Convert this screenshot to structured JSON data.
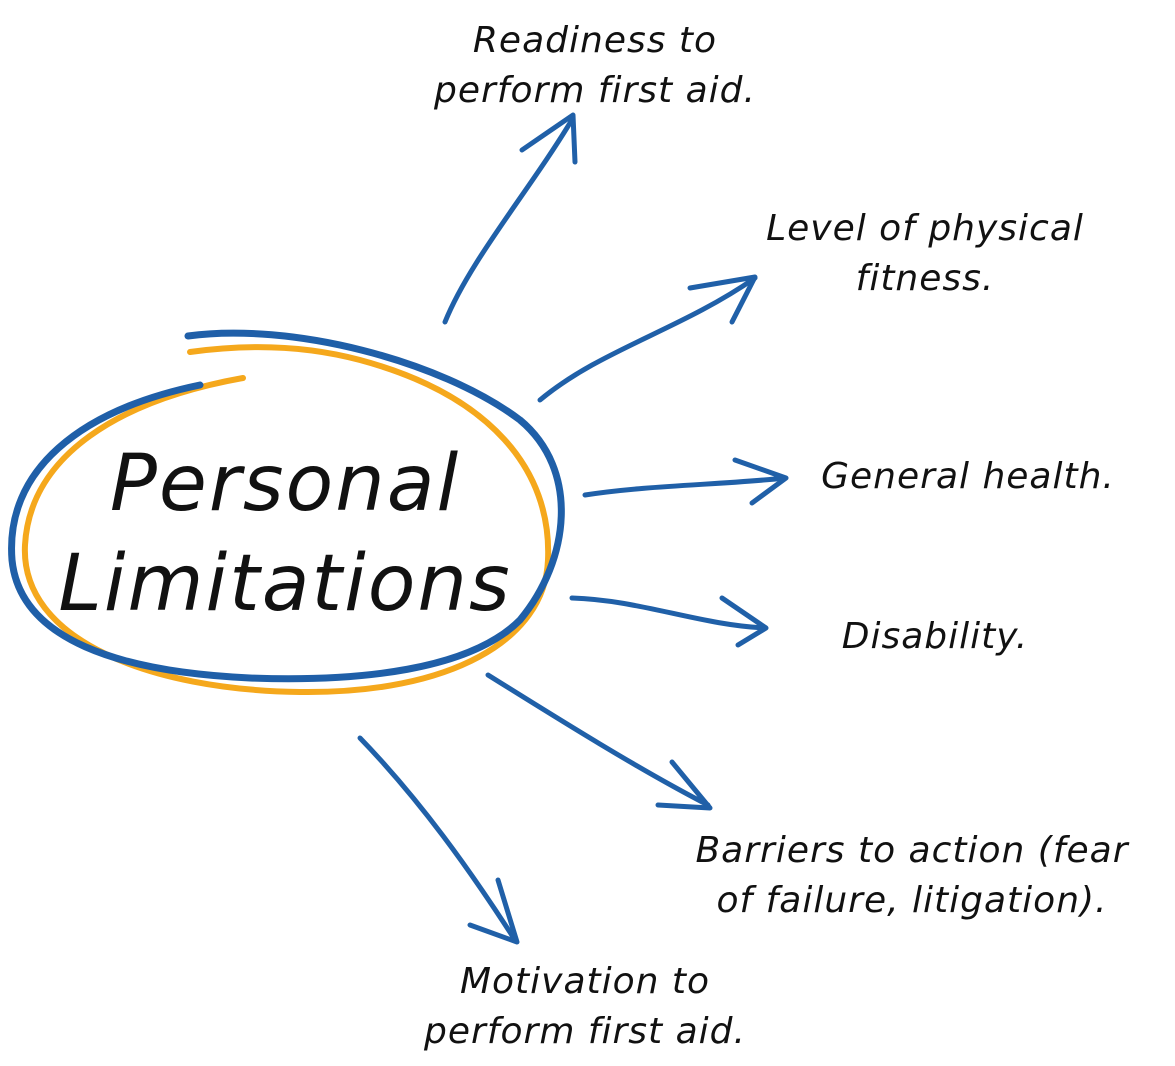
{
  "center": {
    "line1": "Personal",
    "line2": "Limitations"
  },
  "branches": [
    {
      "id": "readiness",
      "lines": [
        "Readiness to",
        "perform first aid."
      ]
    },
    {
      "id": "fitness",
      "lines": [
        "Level of physical",
        "fitness."
      ]
    },
    {
      "id": "health",
      "lines": [
        "General health."
      ]
    },
    {
      "id": "disability",
      "lines": [
        "Disability."
      ]
    },
    {
      "id": "barriers",
      "lines": [
        "Barriers to action (fear",
        "of failure, litigation)."
      ]
    },
    {
      "id": "motivation",
      "lines": [
        "Motivation to",
        "perform first aid."
      ]
    }
  ],
  "colors": {
    "ring_blue": "#1f5fa8",
    "ring_orange": "#f5a81c",
    "arrow": "#2060a8",
    "text": "#111111",
    "background": "#ffffff"
  }
}
